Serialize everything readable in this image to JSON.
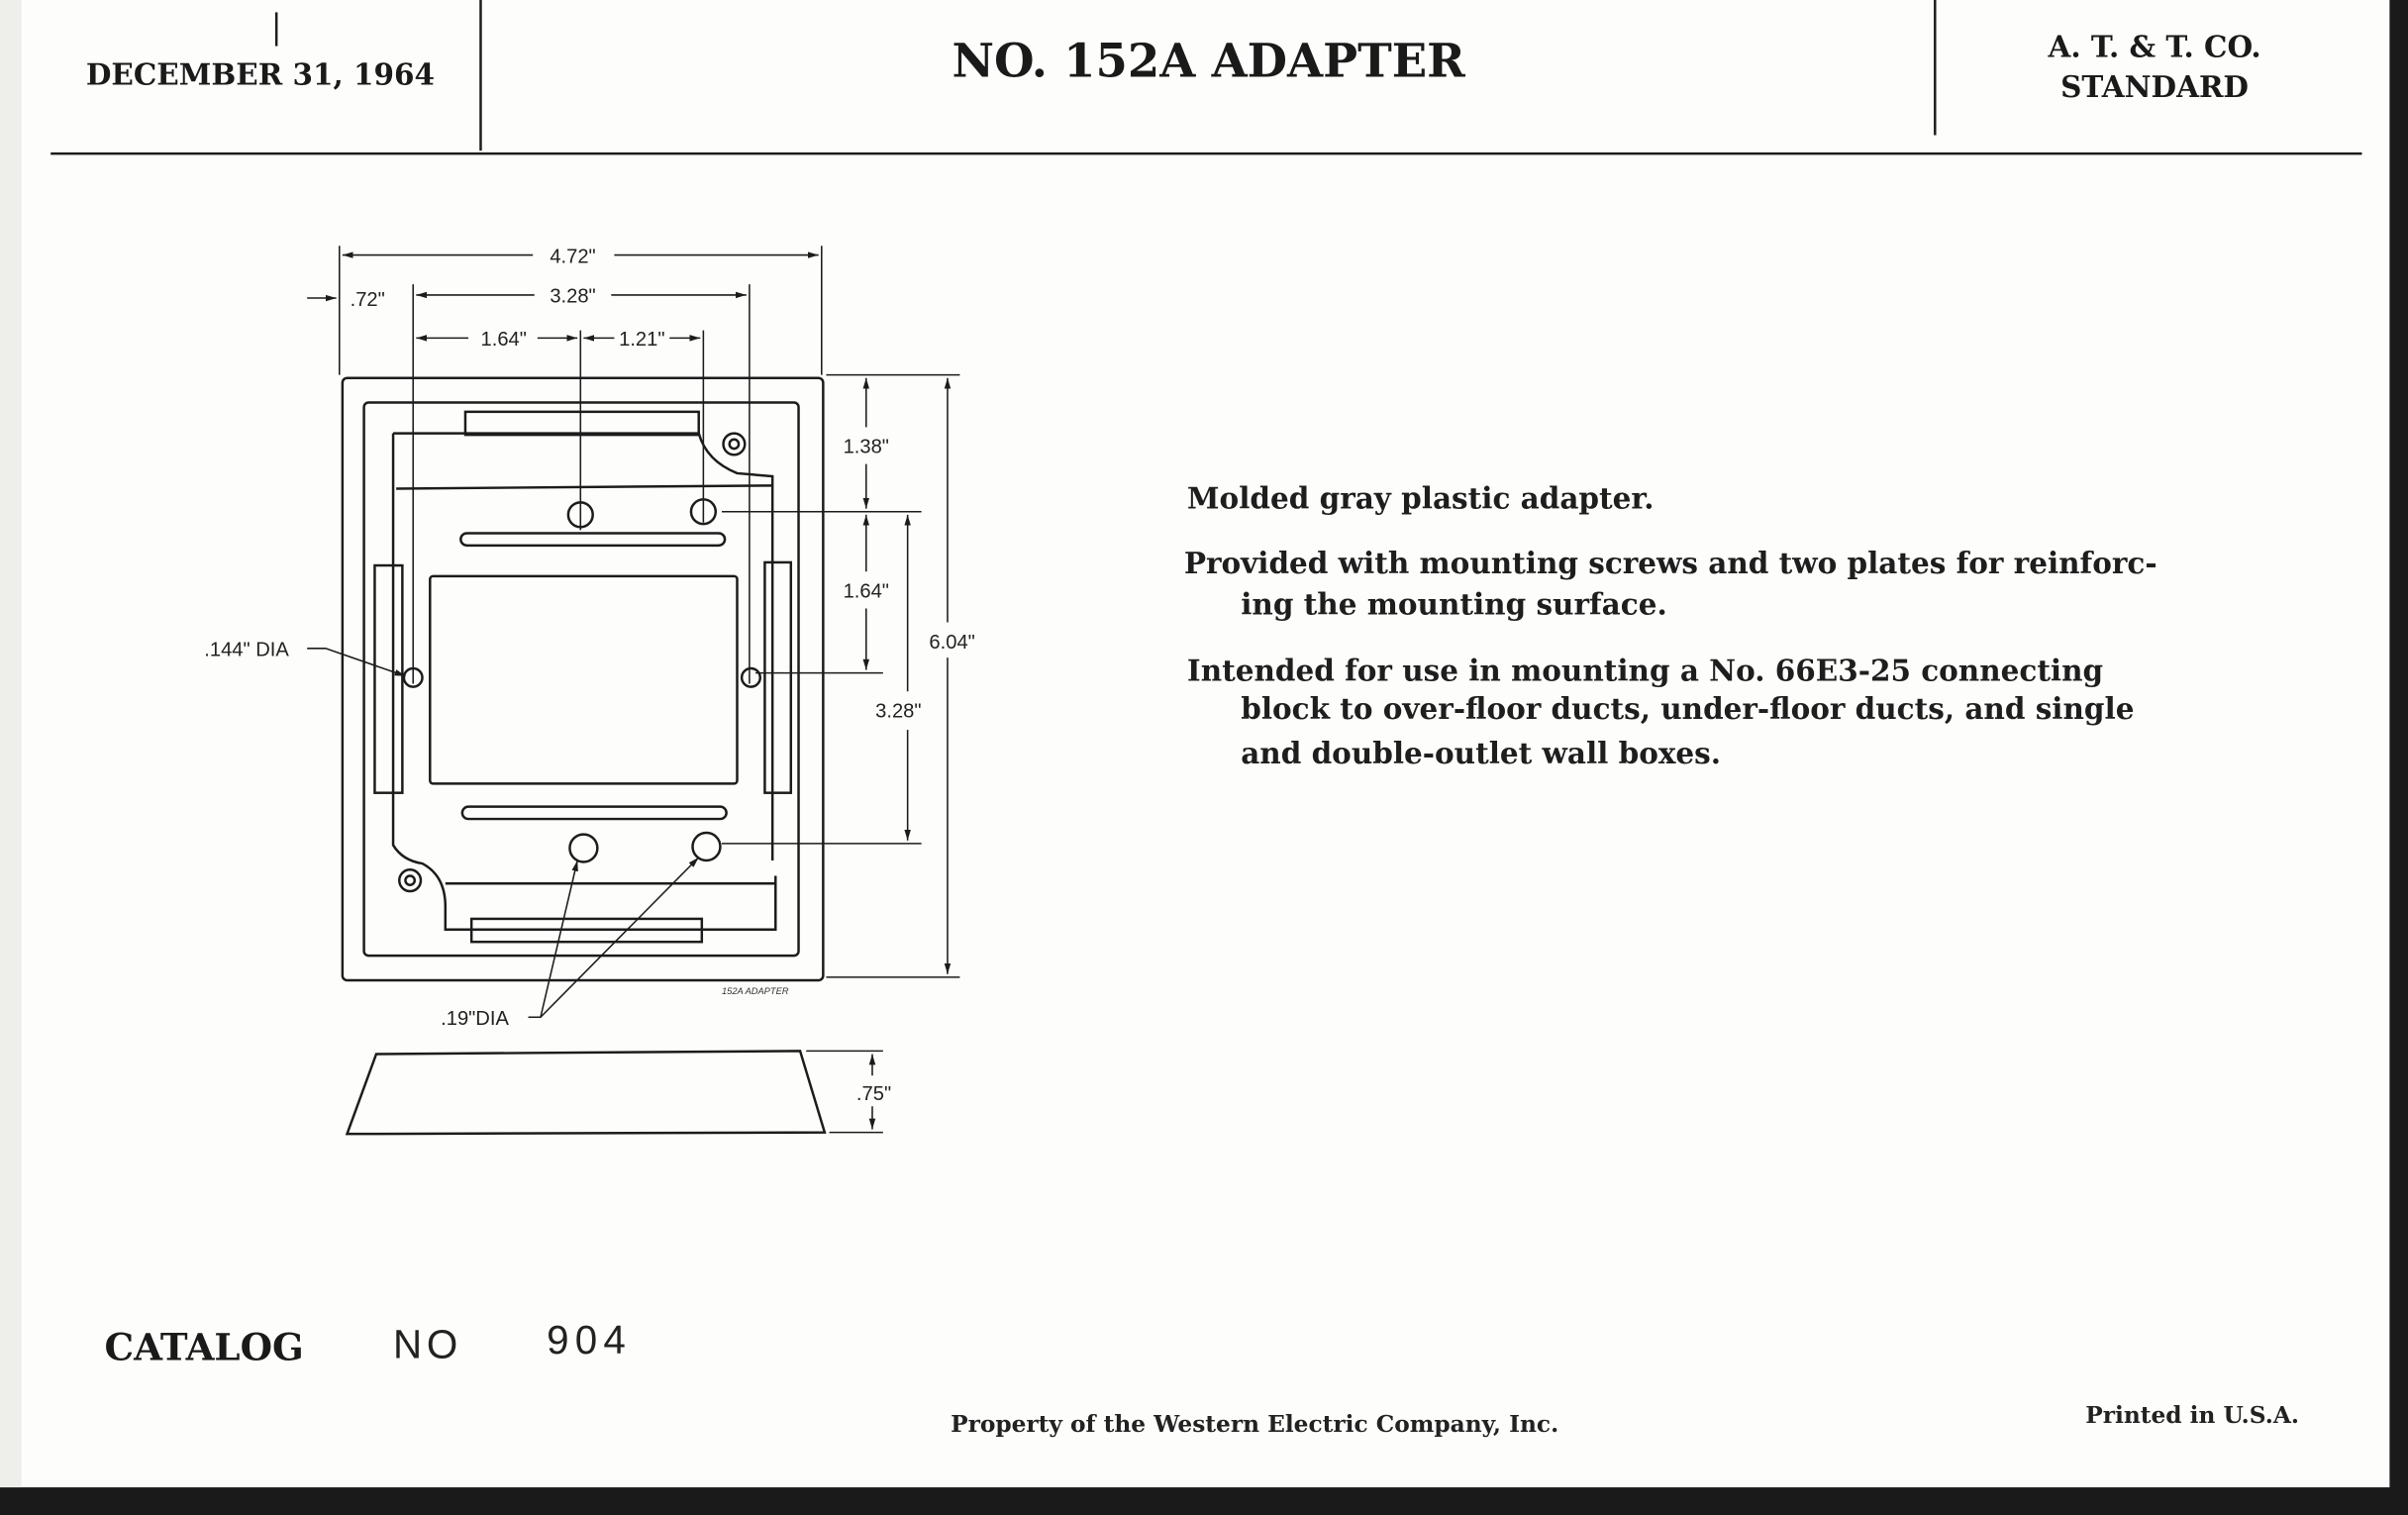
{
  "header": {
    "date": "DECEMBER 31, 1964",
    "title": "NO. 152A  ADAPTER",
    "standard_line1": "A. T. & T. CO.",
    "standard_line2": "STANDARD"
  },
  "drawing": {
    "dim_overall_width": "4.72\"",
    "dim_offset": ".72\"",
    "dim_hole_span": "3.28\"",
    "dim_left_center": "1.64\"",
    "dim_center_right": "1.21\"",
    "dim_top": "1.38\"",
    "dim_mid": "1.64\"",
    "dim_vertical_span": "3.28\"",
    "dim_overall_height": "6.04\"",
    "small_hole": ".144\" DIA",
    "large_hole": ".19\"DIA",
    "caption": "152A ADAPTER",
    "dim_depth": ".75\""
  },
  "description": {
    "p1": "Molded gray plastic adapter.",
    "p2_line1": "Provided with mounting screws and two plates for reinforc-",
    "p2_line2": "ing the mounting surface.",
    "p3_line1": "Intended for use in mounting a No. 66E3-25 connecting",
    "p3_line2": "block to over-floor ducts, under-floor ducts, and single",
    "p3_line3": "and double-outlet wall boxes."
  },
  "catalog": {
    "label": "CATALOG",
    "no_label": "NO",
    "number": "904"
  },
  "footer": {
    "property": "Property of the Western Electric Company, Inc.",
    "printed": "Printed in U.S.A."
  }
}
